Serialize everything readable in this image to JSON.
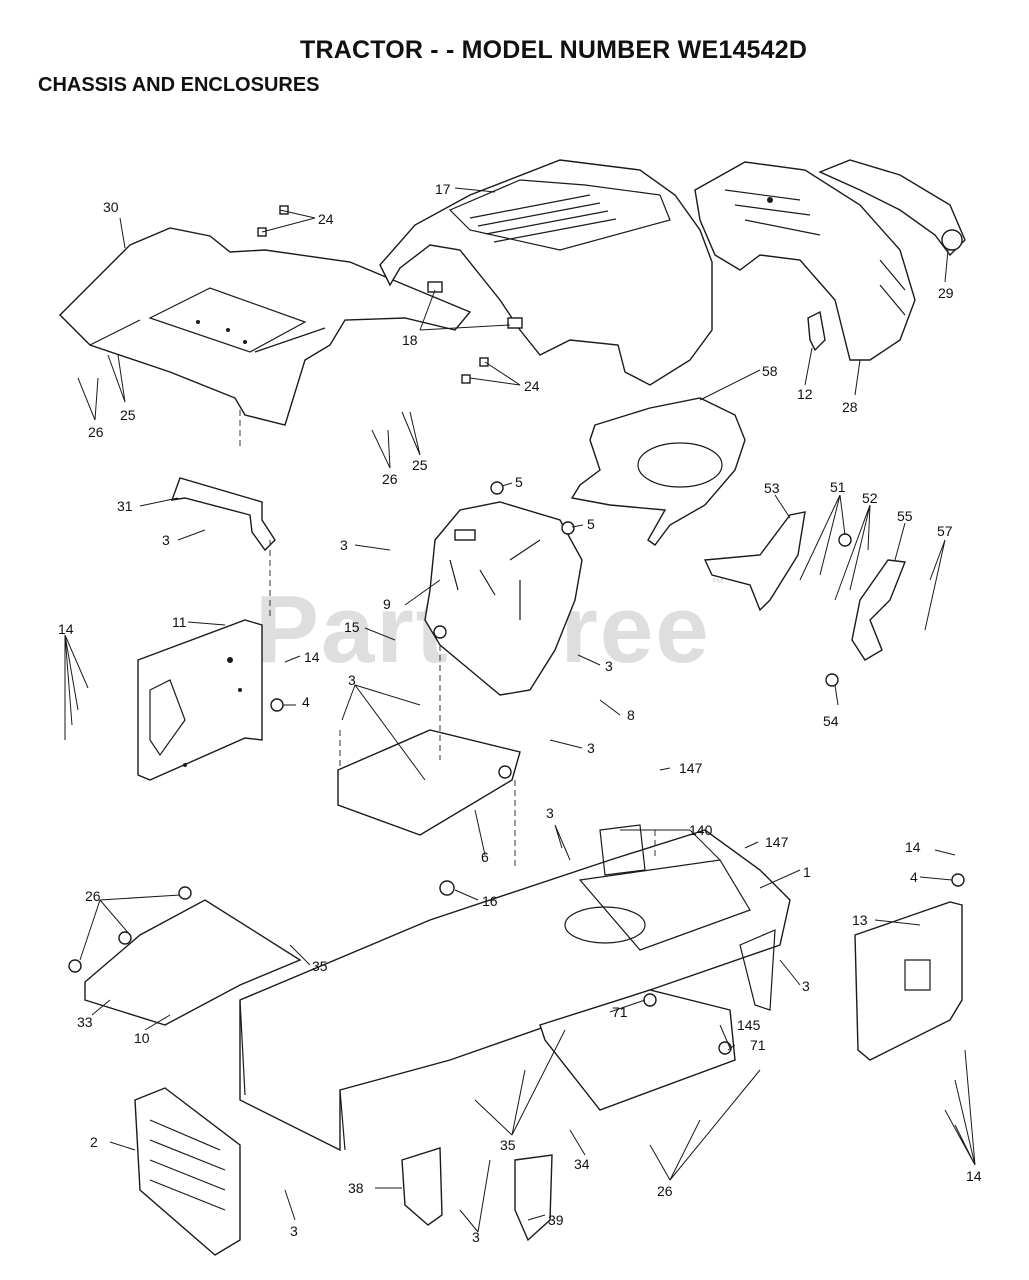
{
  "header": {
    "title": "TRACTOR - - MODEL NUMBER WE14542D",
    "subtitle": "CHASSIS AND ENCLOSURES"
  },
  "watermark": {
    "text": "PartsTree",
    "mark": "™"
  },
  "callouts": [
    {
      "id": "c30",
      "label": "30"
    },
    {
      "id": "c24a",
      "label": "24"
    },
    {
      "id": "c17",
      "label": "17"
    },
    {
      "id": "c29",
      "label": "29"
    },
    {
      "id": "c18",
      "label": "18"
    },
    {
      "id": "c12",
      "label": "12"
    },
    {
      "id": "c28",
      "label": "28"
    },
    {
      "id": "c24b",
      "label": "24"
    },
    {
      "id": "c58",
      "label": "58"
    },
    {
      "id": "c25a",
      "label": "25"
    },
    {
      "id": "c26a",
      "label": "26"
    },
    {
      "id": "c25b",
      "label": "25"
    },
    {
      "id": "c26b",
      "label": "26"
    },
    {
      "id": "c5a",
      "label": "5"
    },
    {
      "id": "c5b",
      "label": "5"
    },
    {
      "id": "c53",
      "label": "53"
    },
    {
      "id": "c51",
      "label": "51"
    },
    {
      "id": "c52",
      "label": "52"
    },
    {
      "id": "c55",
      "label": "55"
    },
    {
      "id": "c57",
      "label": "57"
    },
    {
      "id": "c31",
      "label": "31"
    },
    {
      "id": "c3a",
      "label": "3"
    },
    {
      "id": "c3b",
      "label": "3"
    },
    {
      "id": "c9",
      "label": "9"
    },
    {
      "id": "c11",
      "label": "11"
    },
    {
      "id": "c14a",
      "label": "14"
    },
    {
      "id": "c15",
      "label": "15"
    },
    {
      "id": "c14b",
      "label": "14"
    },
    {
      "id": "c3c",
      "label": "3"
    },
    {
      "id": "c4a",
      "label": "4"
    },
    {
      "id": "c3d",
      "label": "3"
    },
    {
      "id": "c8",
      "label": "8"
    },
    {
      "id": "c54",
      "label": "54"
    },
    {
      "id": "c3e",
      "label": "3"
    },
    {
      "id": "c147a",
      "label": "147"
    },
    {
      "id": "c3f",
      "label": "3"
    },
    {
      "id": "c140",
      "label": "140"
    },
    {
      "id": "c147b",
      "label": "147"
    },
    {
      "id": "c6",
      "label": "6"
    },
    {
      "id": "c1",
      "label": "1"
    },
    {
      "id": "c14c",
      "label": "14"
    },
    {
      "id": "c4b",
      "label": "4"
    },
    {
      "id": "c26c",
      "label": "26"
    },
    {
      "id": "c16",
      "label": "16"
    },
    {
      "id": "c13",
      "label": "13"
    },
    {
      "id": "c35a",
      "label": "35"
    },
    {
      "id": "c3g",
      "label": "3"
    },
    {
      "id": "c71a",
      "label": "71"
    },
    {
      "id": "c145",
      "label": "145"
    },
    {
      "id": "c71b",
      "label": "71"
    },
    {
      "id": "c33",
      "label": "33"
    },
    {
      "id": "c10",
      "label": "10"
    },
    {
      "id": "c2",
      "label": "2"
    },
    {
      "id": "c35b",
      "label": "35"
    },
    {
      "id": "c34",
      "label": "34"
    },
    {
      "id": "c14d",
      "label": "14"
    },
    {
      "id": "c26d",
      "label": "26"
    },
    {
      "id": "c38",
      "label": "38"
    },
    {
      "id": "c39",
      "label": "39"
    },
    {
      "id": "c3h",
      "label": "3"
    },
    {
      "id": "c3i",
      "label": "3"
    }
  ]
}
